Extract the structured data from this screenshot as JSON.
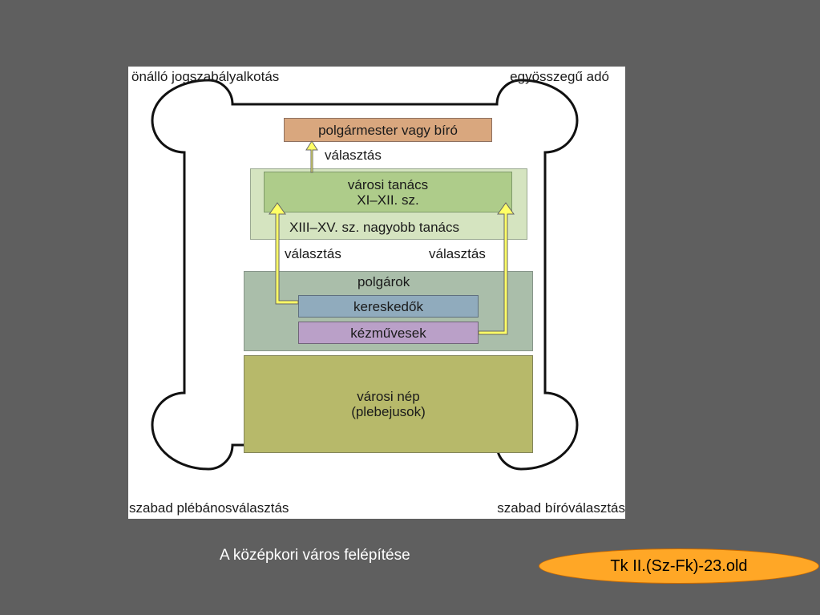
{
  "diagram": {
    "corners": {
      "top_left": "önálló jogszabályalkotás",
      "top_right": "egyösszegű adó",
      "bottom_left": "szabad plébánosválasztás",
      "bottom_right": "szabad bíróválasztás"
    },
    "mayor": "polgármester vagy bíró",
    "election_top": "választás",
    "council_line1": "városi tanács",
    "council_line2": "XI–XII. sz.",
    "big_council": "XIII–XV. sz. nagyobb tanács",
    "election_left": "választás",
    "election_right": "választás",
    "citizens": "polgárok",
    "merchants": "kereskedők",
    "craftsmen": "kézművesek",
    "people_line1": "városi nép",
    "people_line2": "(plebejusok)",
    "colors": {
      "mayor": "#d9a77e",
      "council_outer": "#d5e4c0",
      "council_inner": "#aecc8a",
      "citizens": "#aabeaa",
      "merchants": "#90abbd",
      "craftsmen": "#baa0c8",
      "people": "#b7b96a",
      "arrow": "#ffff66"
    }
  },
  "caption": "A középkori város felépítése",
  "reference": "Tk II.(Sz-Fk)-23.old"
}
